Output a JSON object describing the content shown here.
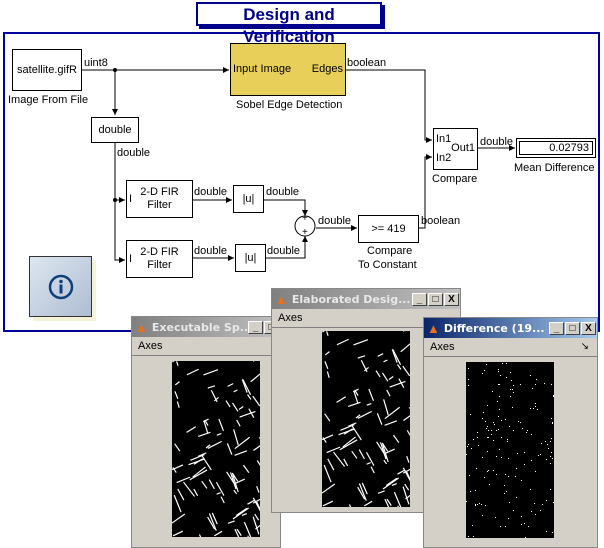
{
  "title": "Design and Verification",
  "blocks": {
    "image_from_file": {
      "text": "satellite.gifR",
      "label": "Image From File"
    },
    "sobel": {
      "input": "Input Image",
      "output": "Edges",
      "label": "Sobel Edge Detection"
    },
    "convert": {
      "text": "double"
    },
    "fir1": {
      "text": "2-D FIR Filter",
      "port": "I"
    },
    "fir2": {
      "text": "2-D FIR Filter",
      "port": "I"
    },
    "abs1": {
      "text": "|u|"
    },
    "abs2": {
      "text": "|u|"
    },
    "sum": {
      "signs": [
        "+",
        "+"
      ]
    },
    "compare_const": {
      "text": ">= 419",
      "label1": "Compare",
      "label2": "To Constant"
    },
    "compare": {
      "in1": "In1",
      "in2": "In2",
      "out": "Out1",
      "label": "Compare"
    },
    "display": {
      "value": "0.02793",
      "label": "Mean Difference"
    }
  },
  "signals": {
    "uint8": "uint8",
    "boolean_sobel": "boolean",
    "double_convert": "double",
    "double_fir1": "double",
    "double_fir2": "double",
    "double_abs1": "double",
    "double_abs2": "double",
    "double_sum": "double",
    "boolean_cmp": "boolean",
    "double_out": "double"
  },
  "info_icon": "info-icon",
  "windows": [
    {
      "title": "Executable Sp...",
      "menu": "Axes",
      "active": false
    },
    {
      "title": "Elaborated Desig...",
      "menu": "Axes",
      "active": false
    },
    {
      "title": "Difference (19...",
      "menu": "Axes",
      "active": true
    }
  ],
  "window_buttons": {
    "minimize": "_",
    "maximize": "□",
    "close": "X"
  }
}
